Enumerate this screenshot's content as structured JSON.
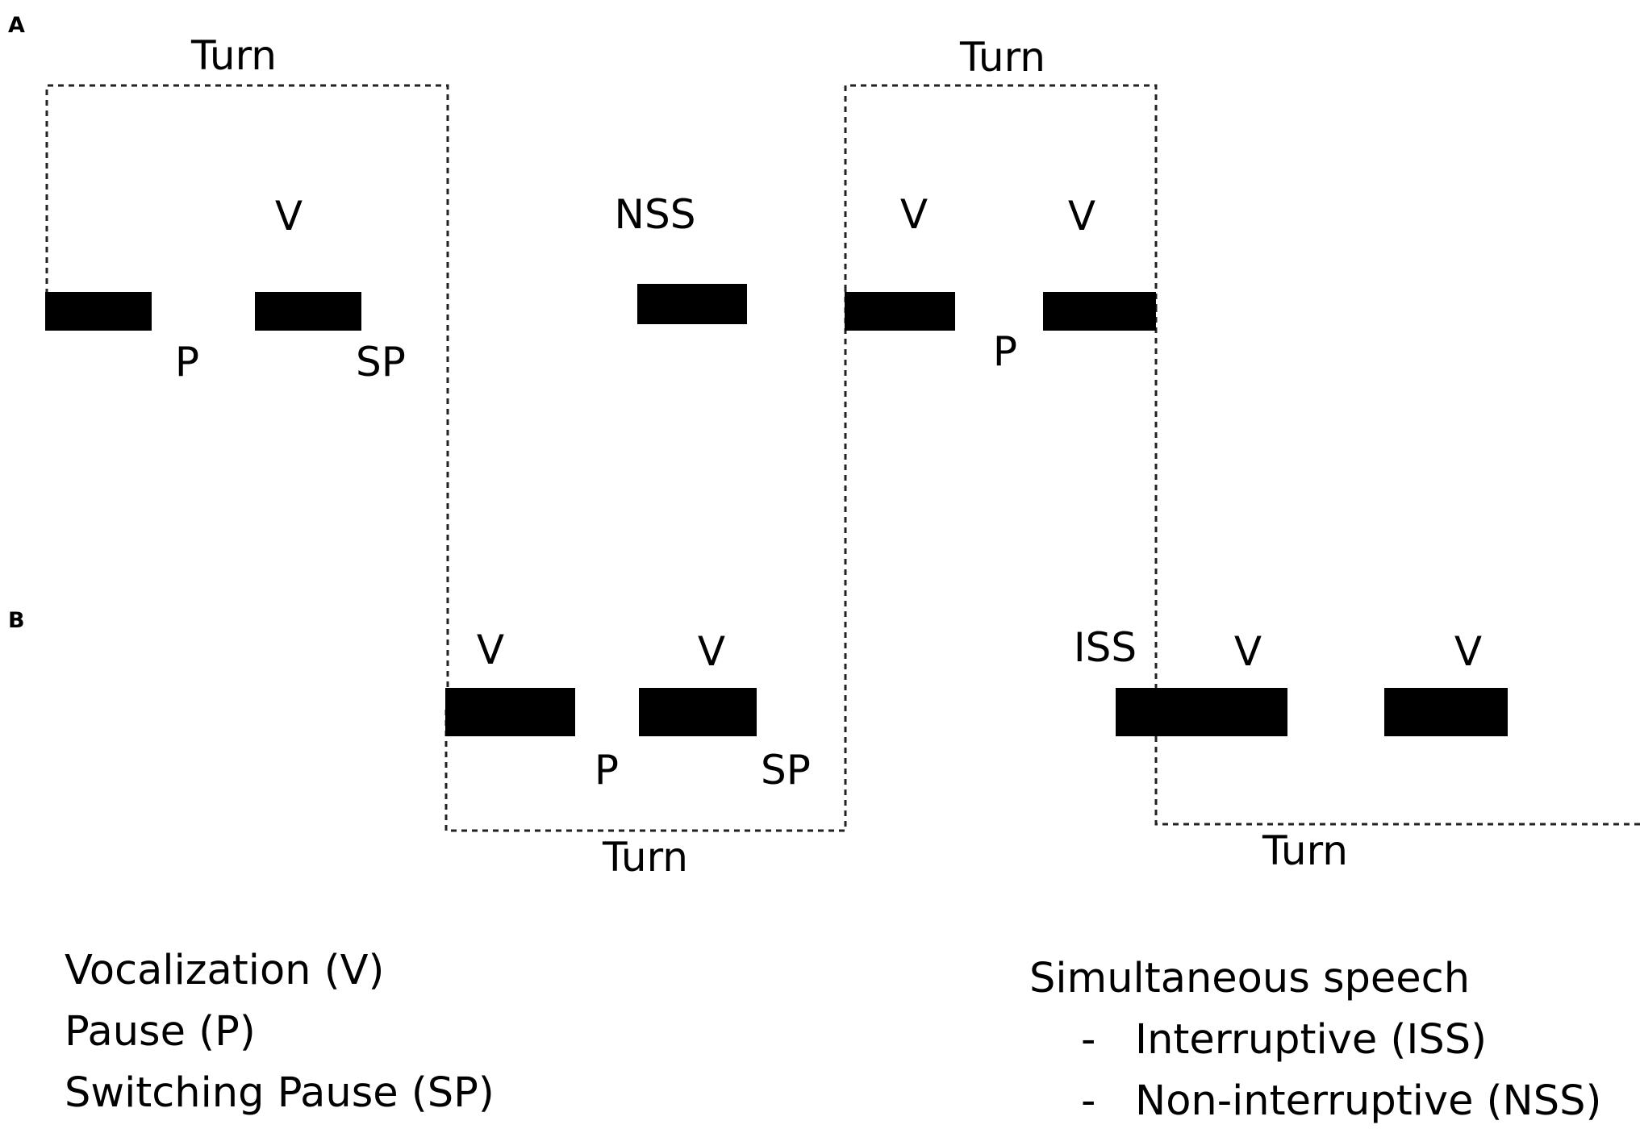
{
  "panels": {
    "a": "A",
    "b": "B"
  },
  "labels": {
    "turn": "Turn",
    "v": "V",
    "p": "P",
    "sp": "SP",
    "nss": "NSS",
    "iss": "ISS"
  },
  "legend_left": [
    "Vocalization (V)",
    "Pause (P)",
    "Switching Pause (SP)"
  ],
  "legend_right": {
    "title": "Simultaneous speech",
    "items": [
      "-   Interruptive (ISS)",
      "-   Non-interruptive (NSS)"
    ]
  }
}
